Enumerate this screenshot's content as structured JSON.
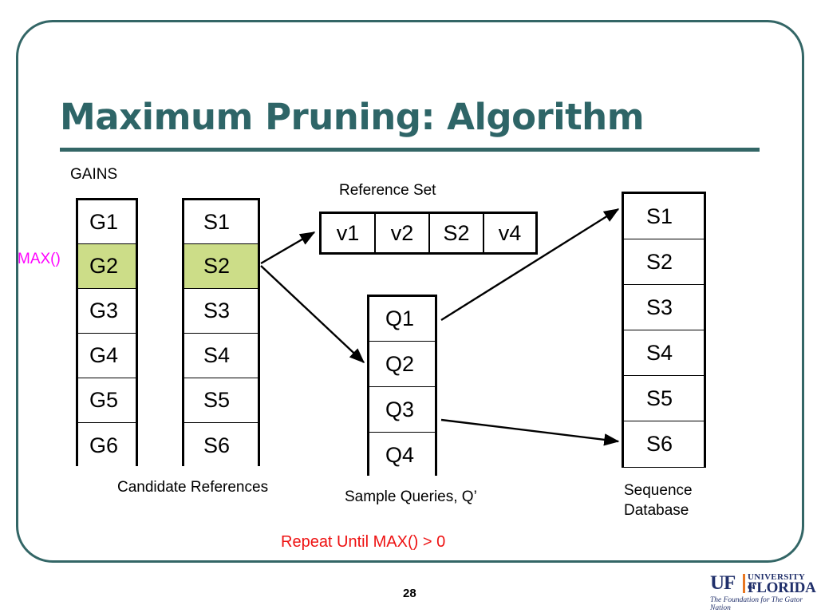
{
  "slide": {
    "title": "Maximum Pruning: Algorithm",
    "page_number": "28",
    "accent_color": "#336666",
    "highlight_color": "#ccdd88",
    "note_color": "#ee1111",
    "max_color": "#ff00ff"
  },
  "gains": {
    "label": "GAINS",
    "max_label": "MAX()",
    "cells": [
      {
        "text": "G1",
        "highlighted": false
      },
      {
        "text": "G2",
        "highlighted": true
      },
      {
        "text": "G3",
        "highlighted": false
      },
      {
        "text": "G4",
        "highlighted": false
      },
      {
        "text": "G5",
        "highlighted": false
      },
      {
        "text": "G6",
        "highlighted": false
      }
    ]
  },
  "candidate_references": {
    "label": "Candidate References",
    "cells": [
      {
        "text": "S1",
        "highlighted": false
      },
      {
        "text": "S2",
        "highlighted": true
      },
      {
        "text": "S3",
        "highlighted": false
      },
      {
        "text": "S4",
        "highlighted": false
      },
      {
        "text": "S5",
        "highlighted": false
      },
      {
        "text": "S6",
        "highlighted": false
      }
    ]
  },
  "reference_set": {
    "label": "Reference Set",
    "cells": [
      "v1",
      "v2",
      "S2",
      "v4"
    ]
  },
  "sample_queries": {
    "label": "Sample Queries, Q’",
    "cells": [
      "Q1",
      "Q2",
      "Q3",
      "Q4"
    ]
  },
  "sequence_database": {
    "label": "Sequence\nDatabase",
    "cells": [
      "S1",
      "S2",
      "S3",
      "S4",
      "S5",
      "S6"
    ]
  },
  "footer_note": "Repeat Until MAX() > 0",
  "logo": {
    "mark": "UF",
    "university": "UNIVERSITY of",
    "name": "FLORIDA",
    "tagline": "The Foundation for The Gator Nation"
  }
}
